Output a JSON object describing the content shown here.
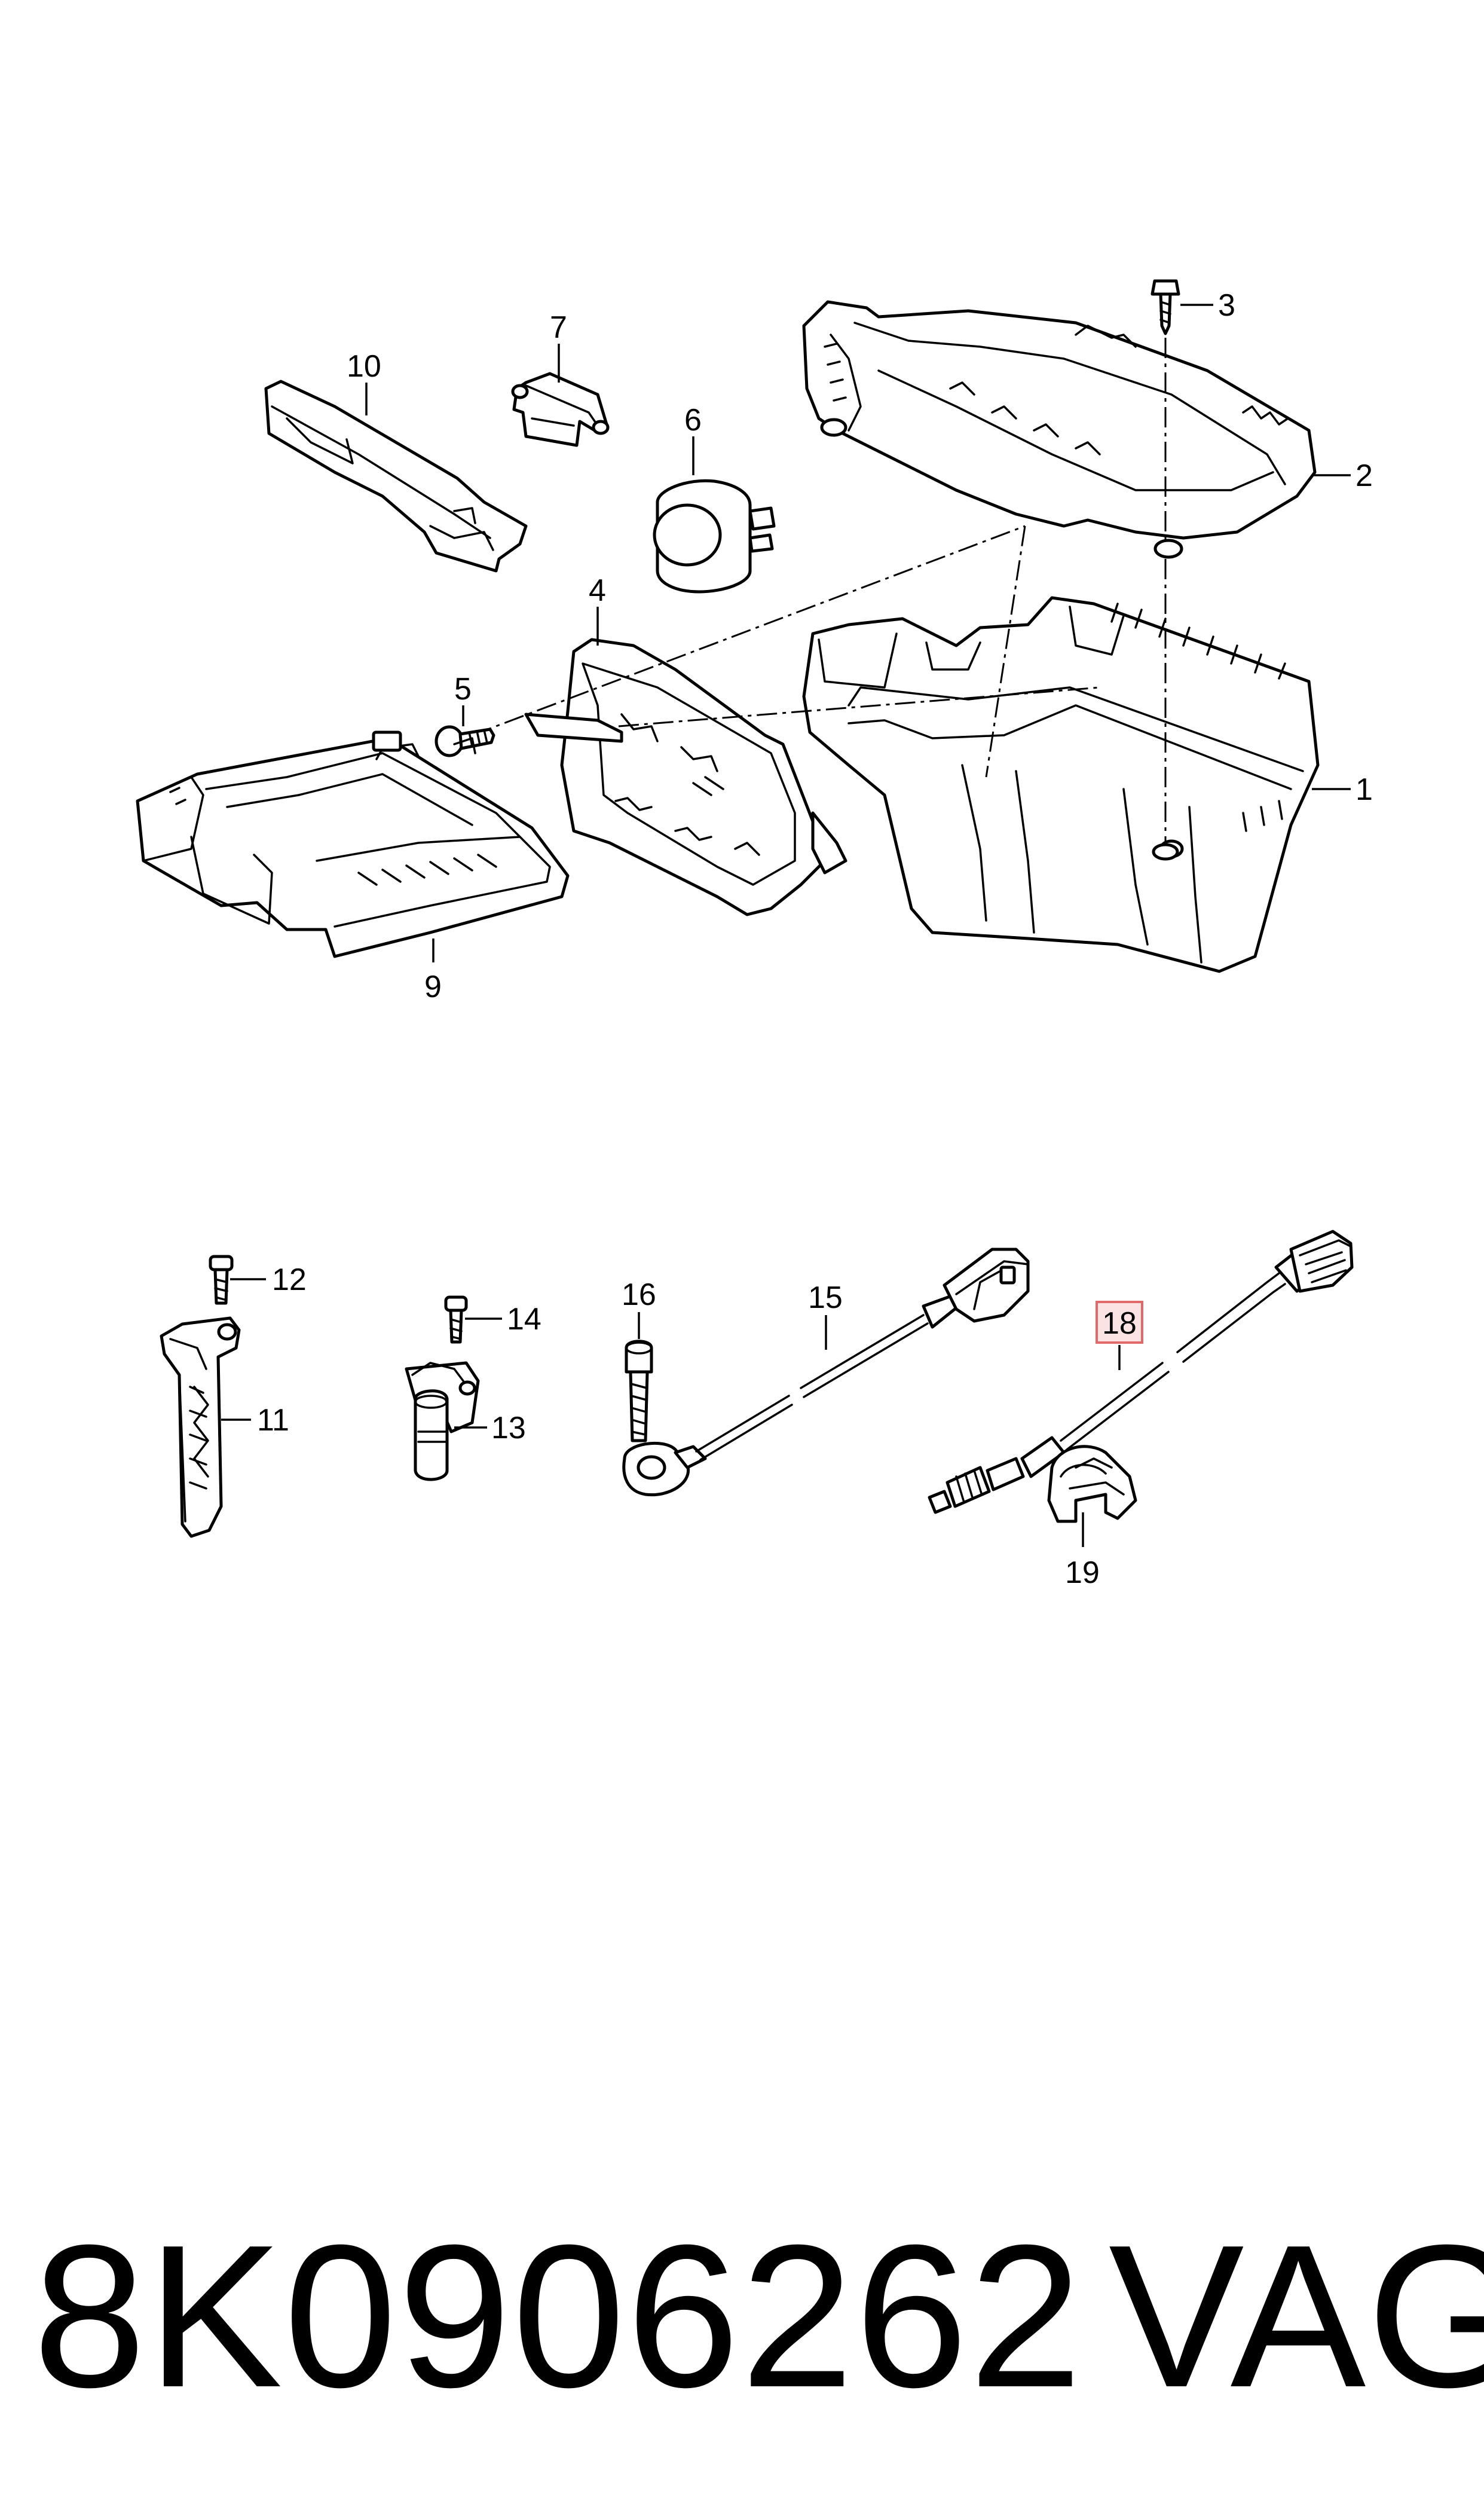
{
  "callouts": {
    "c1": "1",
    "c2": "2",
    "c3": "3",
    "c4": "4",
    "c5": "5",
    "c6": "6",
    "c7": "7",
    "c9": "9",
    "c10": "10",
    "c11": "11",
    "c12": "12",
    "c13": "13",
    "c14": "14",
    "c15": "15",
    "c16": "16",
    "c18": "18",
    "c19": "19"
  },
  "highlighted_callout": "18",
  "footer": {
    "part_number": "8K0906262",
    "brand": "VAG"
  },
  "colors": {
    "line": "#000000",
    "background": "#ffffff",
    "highlight_fill": "#fbe3e3",
    "highlight_stroke": "#e06a6a"
  }
}
